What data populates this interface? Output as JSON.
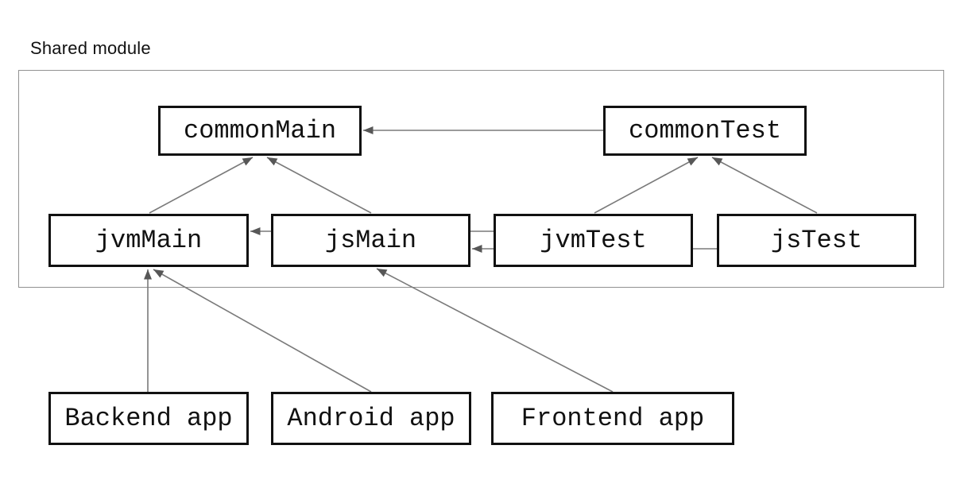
{
  "diagram": {
    "shared_module_label": "Shared module",
    "nodes": {
      "commonMain": {
        "label": "commonMain"
      },
      "commonTest": {
        "label": "commonTest"
      },
      "jvmMain": {
        "label": "jvmMain"
      },
      "jsMain": {
        "label": "jsMain"
      },
      "jvmTest": {
        "label": "jvmTest"
      },
      "jsTest": {
        "label": "jsTest"
      },
      "backendApp": {
        "label": "Backend app"
      },
      "androidApp": {
        "label": "Android app"
      },
      "frontendApp": {
        "label": "Frontend app"
      }
    },
    "edges": [
      {
        "from": "commonTest",
        "to": "commonMain"
      },
      {
        "from": "jvmMain",
        "to": "commonMain"
      },
      {
        "from": "jsMain",
        "to": "commonMain"
      },
      {
        "from": "jvmTest",
        "to": "commonTest"
      },
      {
        "from": "jsTest",
        "to": "commonTest"
      },
      {
        "from": "jvmTest",
        "to": "jvmMain"
      },
      {
        "from": "jsTest",
        "to": "jsMain"
      },
      {
        "from": "backendApp",
        "to": "jvmMain"
      },
      {
        "from": "androidApp",
        "to": "jvmMain"
      },
      {
        "from": "frontendApp",
        "to": "jsMain"
      }
    ],
    "colors": {
      "background": "#ffffff",
      "text": "#111111",
      "box_border": "#111111",
      "edge_line": "#7a7a7a",
      "arrowhead": "#575757",
      "container_border": "#919191"
    }
  }
}
